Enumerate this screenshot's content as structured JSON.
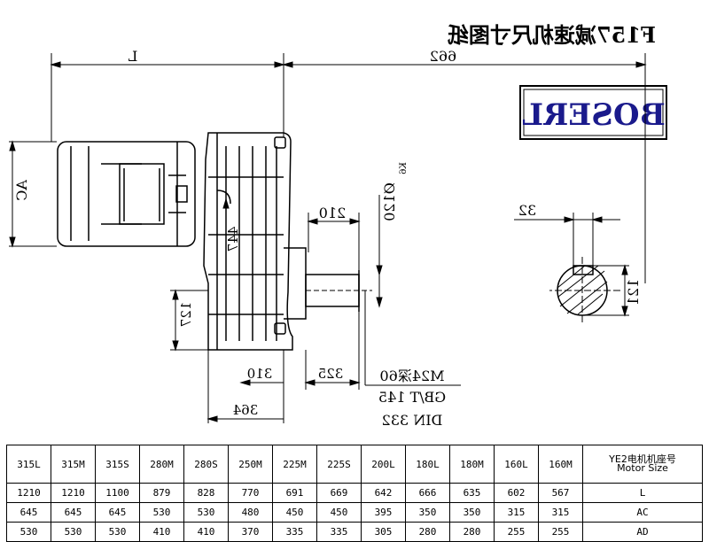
{
  "title": "F157减速机尺寸图纸",
  "brand": "BOSERL",
  "dimensions": {
    "L": "L",
    "d662": "662",
    "AC": "AC",
    "d210": "210",
    "d447": "447",
    "bore": "Ø120",
    "bore_tol": "K6",
    "d127": "127",
    "d32": "32",
    "d121": "121",
    "d310": "310",
    "d325": "325",
    "d364": "364",
    "thread": "M24深60",
    "std1": "GB/T 145",
    "std2": "DIN 332"
  },
  "table": {
    "header_label": "YE2电机机座号",
    "header_sub": "Motor Size",
    "sizes": [
      "160M",
      "160L",
      "180M",
      "180L",
      "200L",
      "225S",
      "225M",
      "250M",
      "280S",
      "280M",
      "315S",
      "315M",
      "315L"
    ],
    "rows": [
      {
        "label": "L",
        "values": [
          "567",
          "602",
          "635",
          "666",
          "642",
          "669",
          "691",
          "770",
          "828",
          "879",
          "1100",
          "1210",
          "1210"
        ]
      },
      {
        "label": "AC",
        "values": [
          "315",
          "315",
          "350",
          "350",
          "395",
          "450",
          "450",
          "480",
          "530",
          "530",
          "645",
          "645",
          "645"
        ]
      },
      {
        "label": "AD",
        "values": [
          "255",
          "255",
          "280",
          "280",
          "305",
          "335",
          "335",
          "370",
          "410",
          "410",
          "530",
          "530",
          "530"
        ]
      }
    ]
  }
}
